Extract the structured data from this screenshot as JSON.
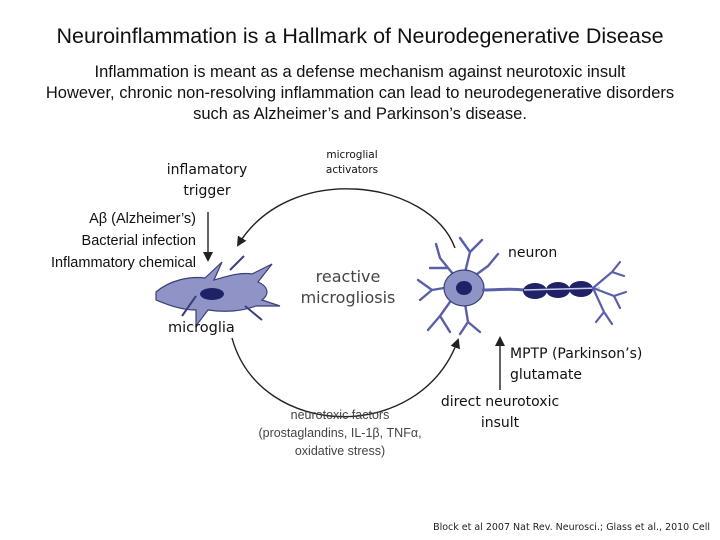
{
  "title": "Neuroinflammation is a Hallmark of Neurodegenerative Disease",
  "intro": [
    "Inflammation is meant as a defense mechanism against neurotoxic insult",
    "However, chronic non-resolving inflammation can lead to neurodegenerative disorders",
    "such as Alzheimer’s and Parkinson’s disease."
  ],
  "labels": {
    "trigger": [
      "inflamatory",
      "trigger"
    ],
    "activators": [
      "microglial",
      "activators"
    ],
    "triggers_list": [
      "Aβ (Alzheimer’s)",
      "Bacterial infection",
      "Inflammatory chemical"
    ],
    "neuron": "neuron",
    "reactive": [
      "reactive",
      "microgliosis"
    ],
    "microglia": "microglia",
    "toxins": [
      "MPTP (Parkinson’s)",
      "glutamate"
    ],
    "direct": [
      "direct neurotoxic",
      "insult"
    ],
    "factors": [
      "neurotoxic factors",
      "(prostaglandins, IL-1β, TNFα,",
      "oxidative stress)"
    ]
  },
  "citation": "Block et al 2007 Nat Rev. Neurosci.; Glass et al., 2010 Cell",
  "colors": {
    "cell_fill": "#8f93c6",
    "cell_stroke": "#3a3f7a",
    "myelin": "#1f2366",
    "arrow": "#222222"
  }
}
